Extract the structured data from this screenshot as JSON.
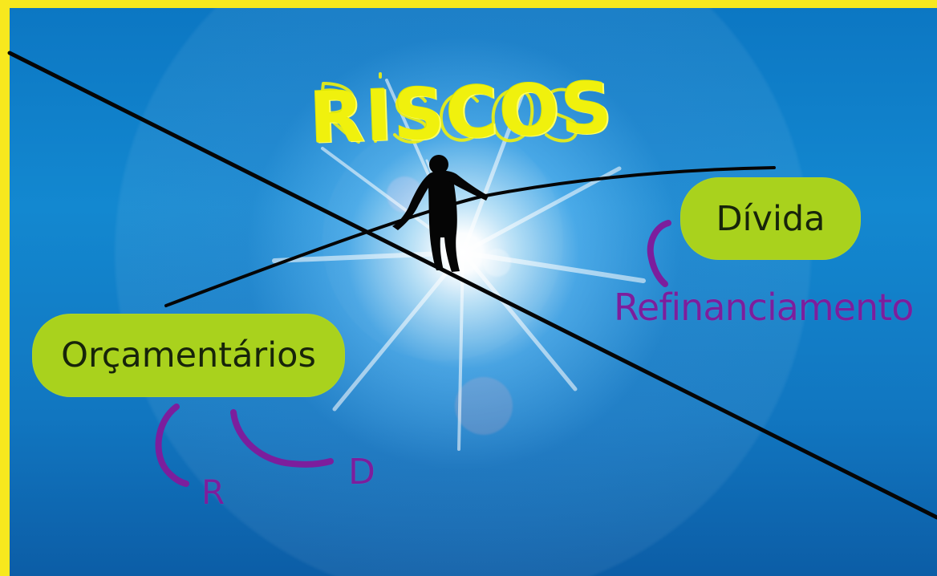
{
  "title": "RISCOS",
  "labels": {
    "debt": "Dívida",
    "refinancing": "Refinanciamento",
    "budget": "Orçamentários",
    "revenue": "R",
    "expense": "D"
  },
  "colors": {
    "frame": "#f7e81e",
    "sky_top": "#0c77c3",
    "sky_bottom": "#0c5da6",
    "title": "#f0f10d",
    "pill": "#a9d21d",
    "purple": "#7c1e9d",
    "line": "#050505"
  },
  "icons": {
    "person": "tightrope-walker-icon",
    "pole": "balance-pole-icon",
    "rope": "tightrope-icon",
    "sun": "sun-flare-icon"
  }
}
